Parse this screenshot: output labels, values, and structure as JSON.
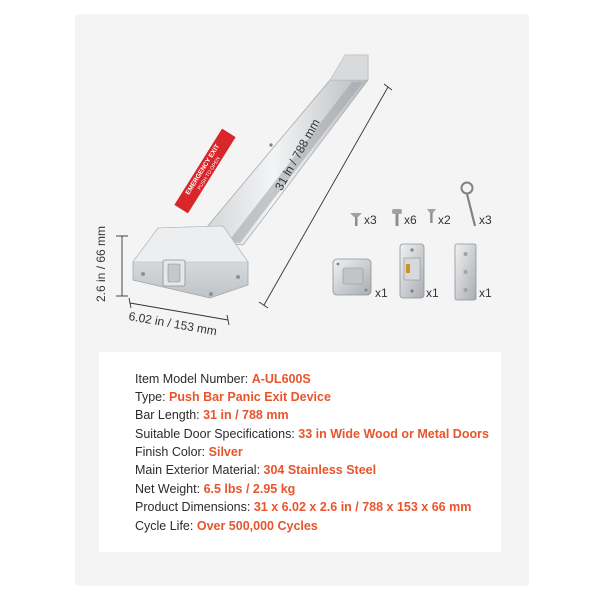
{
  "dimensions": {
    "length": "31 in / 788 mm",
    "height": "2.6 in / 66 mm",
    "width": "6.02 in / 153 mm"
  },
  "bar_label": {
    "line1": "EMERGENCY EXIT",
    "line2": "PUSH TO OPEN"
  },
  "accessories": [
    {
      "name": "flat-head-screw-icon",
      "qty": "x3"
    },
    {
      "name": "pan-head-screw-icon",
      "qty": "x6"
    },
    {
      "name": "small-screw-icon",
      "qty": "x2"
    },
    {
      "name": "eye-hook-icon",
      "qty": "x3"
    },
    {
      "name": "strike-housing-icon",
      "qty": "x1"
    },
    {
      "name": "latch-plate-icon",
      "qty": "x1"
    },
    {
      "name": "mounting-plate-icon",
      "qty": "x1"
    }
  ],
  "specs": [
    {
      "label": "Item Model Number: ",
      "value": "A-UL600S"
    },
    {
      "label": "Type: ",
      "value": "Push Bar Panic Exit Device"
    },
    {
      "label": "Bar Length: ",
      "value": "31 in / 788 mm"
    },
    {
      "label": "Suitable Door Specifications: ",
      "value": "33 in Wide Wood or Metal Doors"
    },
    {
      "label": "Finish Color: ",
      "value": "Silver"
    },
    {
      "label": "Main Exterior Material: ",
      "value": "304 Stainless Steel"
    },
    {
      "label": "Net Weight: ",
      "value": "6.5 lbs / 2.95 kg"
    },
    {
      "label": "Product Dimensions: ",
      "value": "31 x 6.02 x 2.6 in / 788 x 153 x 66 mm"
    },
    {
      "label": "Cycle Life: ",
      "value": "Over 500,000 Cycles"
    }
  ],
  "colors": {
    "accent": "#e8552b",
    "label_red": "#d8262a"
  }
}
